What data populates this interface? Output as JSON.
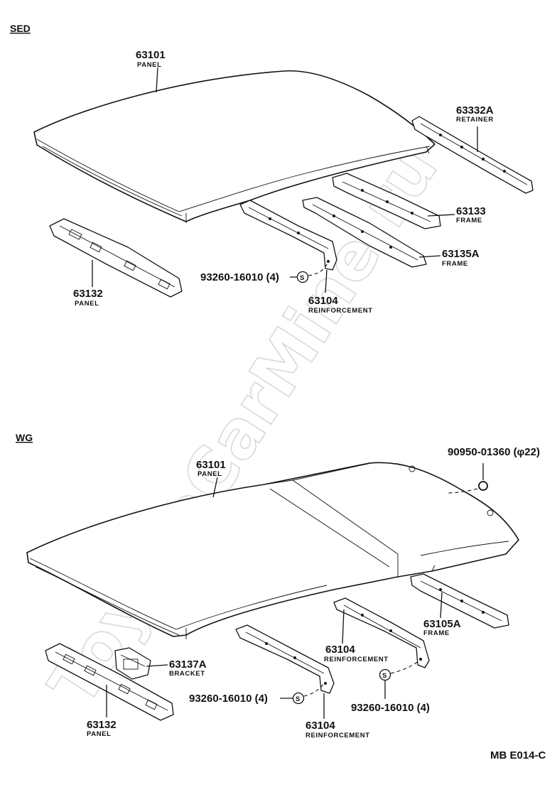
{
  "watermark": "ToyotaCarMine.ru",
  "figure_code": "MB  E014-C",
  "sections": {
    "sedan": {
      "heading": "SED",
      "labels": {
        "roof_panel_num": "63101",
        "roof_panel_name": "PANEL",
        "retainer_num": "63332A",
        "retainer_name": "RETAINER",
        "frame_rear_num": "63133",
        "frame_rear_name": "FRAME",
        "frame_front_num": "63135A",
        "frame_front_name": "FRAME",
        "screw_part": "93260-16010 (4)",
        "reinforcement_num": "63104",
        "reinforcement_name": "REINFORCEMENT",
        "header_panel_num": "63132",
        "header_panel_name": "PANEL",
        "screw_symbol": "S"
      }
    },
    "wagon": {
      "heading": "WG",
      "labels": {
        "roof_panel_num": "63101",
        "roof_panel_name": "PANEL",
        "plug_part": "90950-01360 (φ22)",
        "frame_num": "63105A",
        "frame_name": "FRAME",
        "reinforcement_mid_num": "63104",
        "reinforcement_mid_name": "REINFORCEMENT",
        "bracket_num": "63137A",
        "bracket_name": "BRACKET",
        "screw_left_part": "93260-16010  (4)",
        "screw_right_part": "93260-16010 (4)",
        "reinforcement_front_num": "63104",
        "reinforcement_front_name": "REINFORCEMENT",
        "header_panel_num": "63132",
        "header_panel_name": "PANEL",
        "screw_symbol": "S"
      }
    }
  }
}
